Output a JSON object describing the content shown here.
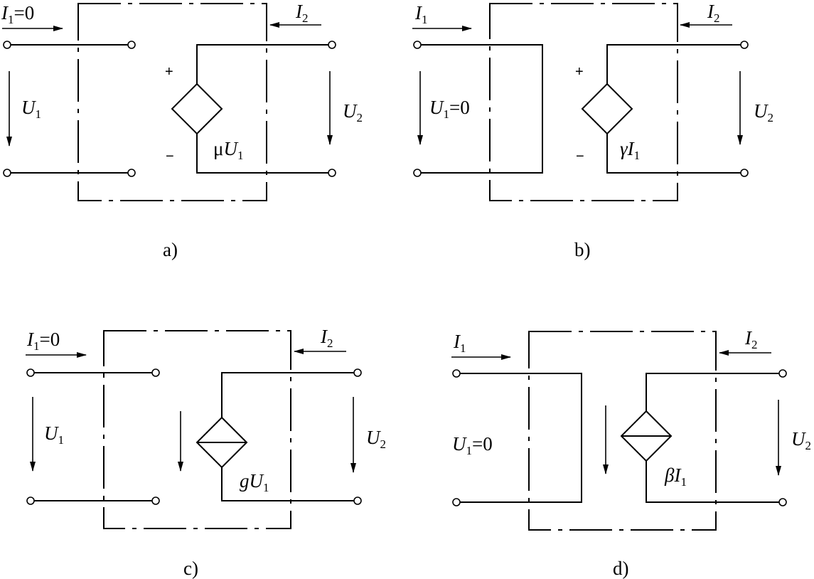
{
  "panels": [
    {
      "caption": "a)",
      "in_current": "I1=0",
      "in_voltage": "U1",
      "out_current": "I2",
      "out_voltage": "U2",
      "source_type": "voltage",
      "source_label": "μU1",
      "plus": "+",
      "minus": "−"
    },
    {
      "caption": "b)",
      "in_current": "I1",
      "in_voltage": "U1=0",
      "out_current": "I2",
      "out_voltage": "U2",
      "source_type": "voltage",
      "source_label": "γI1",
      "plus": "+",
      "minus": "−"
    },
    {
      "caption": "c)",
      "in_current": "I1=0",
      "in_voltage": "U1",
      "out_current": "I2",
      "out_voltage": "U2",
      "source_type": "current",
      "source_label": "gU1"
    },
    {
      "caption": "d)",
      "in_current": "I1",
      "in_voltage": "U1=0",
      "out_current": "I2",
      "out_voltage": "U2",
      "source_type": "current",
      "source_label": "βI1"
    }
  ]
}
